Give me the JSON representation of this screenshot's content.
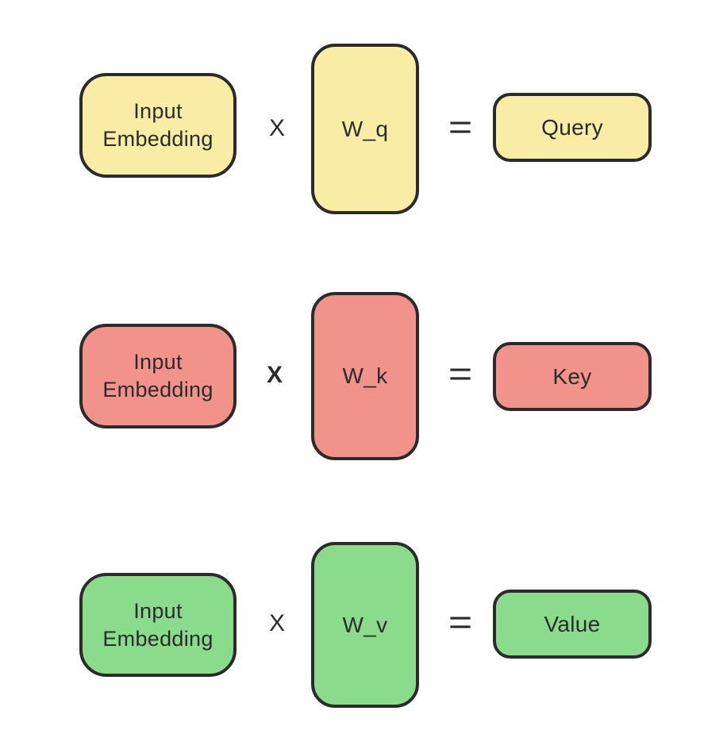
{
  "page": {
    "background": "#ffffff"
  },
  "colors": {
    "outline": "#2b2b2b",
    "text": "#2b2b2b",
    "yellow": "#f9eca4",
    "red": "#f1928b",
    "green": "#8bdb8d"
  },
  "diagram": {
    "description": "Three matrix multiplications producing Query, Key and Value",
    "rows": [
      {
        "id": "query-row",
        "fill": "#f9eca4",
        "input_label_line1": "Input",
        "input_label_line2": "Embedding",
        "multiply_operator": "X",
        "weight_label": "W_q",
        "equals_operator": "=",
        "output_label": "Query"
      },
      {
        "id": "key-row",
        "fill": "#f1928b",
        "input_label_line1": "Input",
        "input_label_line2": "Embedding",
        "multiply_operator": "X",
        "weight_label": "W_k",
        "equals_operator": "=",
        "output_label": "Key"
      },
      {
        "id": "value-row",
        "fill": "#8bdb8d",
        "input_label_line1": "Input",
        "input_label_line2": "Embedding",
        "multiply_operator": "X",
        "weight_label": "W_v",
        "equals_operator": "=",
        "output_label": "Value"
      }
    ]
  }
}
